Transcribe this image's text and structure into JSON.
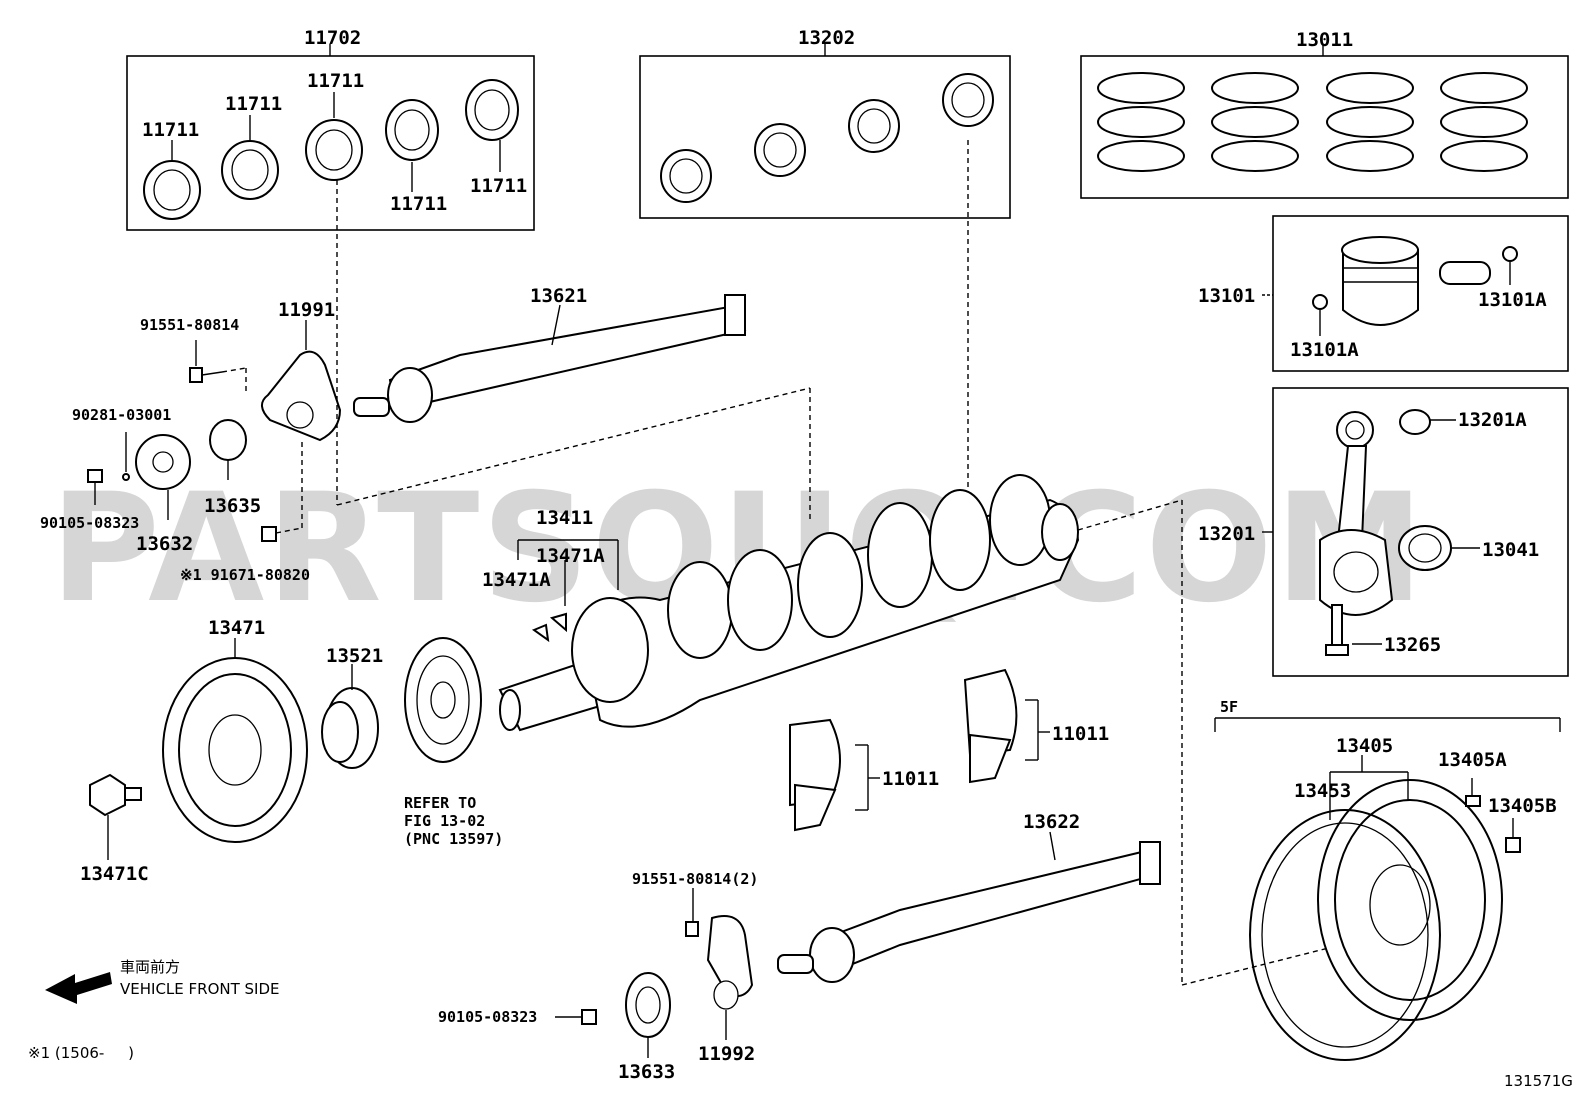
{
  "watermark": "PARTSOUQ.COM",
  "figure_code": "131571G",
  "note_footnote": "※1 (1506-     )",
  "front_side": {
    "jp": "車両前方",
    "en": "VEHICLE FRONT SIDE"
  },
  "refer": {
    "line1": "REFER TO",
    "line2": "FIG 13-02",
    "line3": "(PNC 13597)"
  },
  "group_5f": "5F",
  "labels": {
    "p11702": "11702",
    "p11711_a": "11711",
    "p11711_b": "11711",
    "p11711_c": "11711",
    "p11711_d": "11711",
    "p11711_e": "11711",
    "p13202": "13202",
    "p13011": "13011",
    "p13101": "13101",
    "p13101a_l": "13101A",
    "p13101a_r": "13101A",
    "p13201a": "13201A",
    "p13201": "13201",
    "p13041": "13041",
    "p13265": "13265",
    "p13621": "13621",
    "p11991": "11991",
    "p91551_a": "91551-80814",
    "p90281": "90281-03001",
    "p90105_a": "90105-08323",
    "p13635": "13635",
    "p13632": "13632",
    "p91671": "※1 91671-80820",
    "p13411": "13411",
    "p13471a_a": "13471A",
    "p13471a_b": "13471A",
    "p13471": "13471",
    "p13521": "13521",
    "p13471c": "13471C",
    "p11011_a": "11011",
    "p11011_b": "11011",
    "p13622": "13622",
    "p91551_b": "91551-80814(2)",
    "p90105_b": "90105-08323",
    "p13633": "13633",
    "p11992": "11992",
    "p13405": "13405",
    "p13405a": "13405A",
    "p13453": "13453",
    "p13405b": "13405B"
  }
}
